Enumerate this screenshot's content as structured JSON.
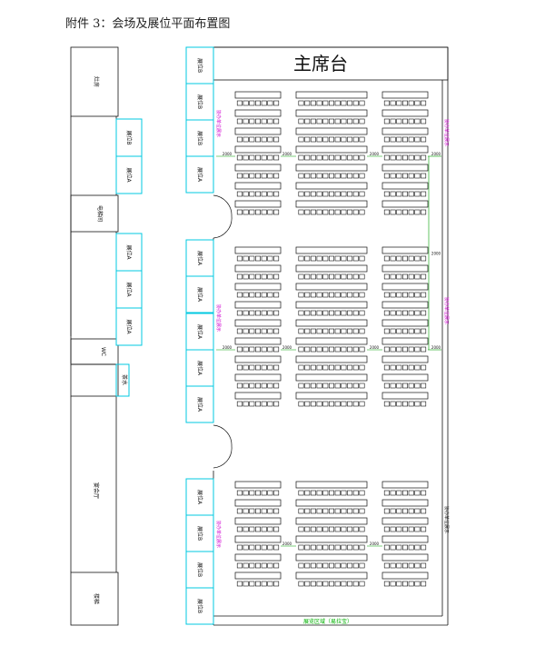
{
  "title": "附件 3：会场及展位平面布置图",
  "stage_label": "主席台",
  "booths": {
    "a": "展位A",
    "b": "展位B"
  },
  "rooms": {
    "kitchen": "灶房",
    "elevator": "电梯间",
    "wc": "WC",
    "tea": "茶水",
    "banquet": "宴会厅",
    "stairs": "楼梯"
  },
  "dimension": "2000",
  "aisle_labels": {
    "sponsor": "协办单位展示",
    "exhibition_zone": "展览区域（易拉宝）"
  },
  "colors": {
    "booth": "#00c8e0",
    "aisle": "#d000d0",
    "exhibition": "#00b000",
    "dimension_line": "#00a000"
  }
}
